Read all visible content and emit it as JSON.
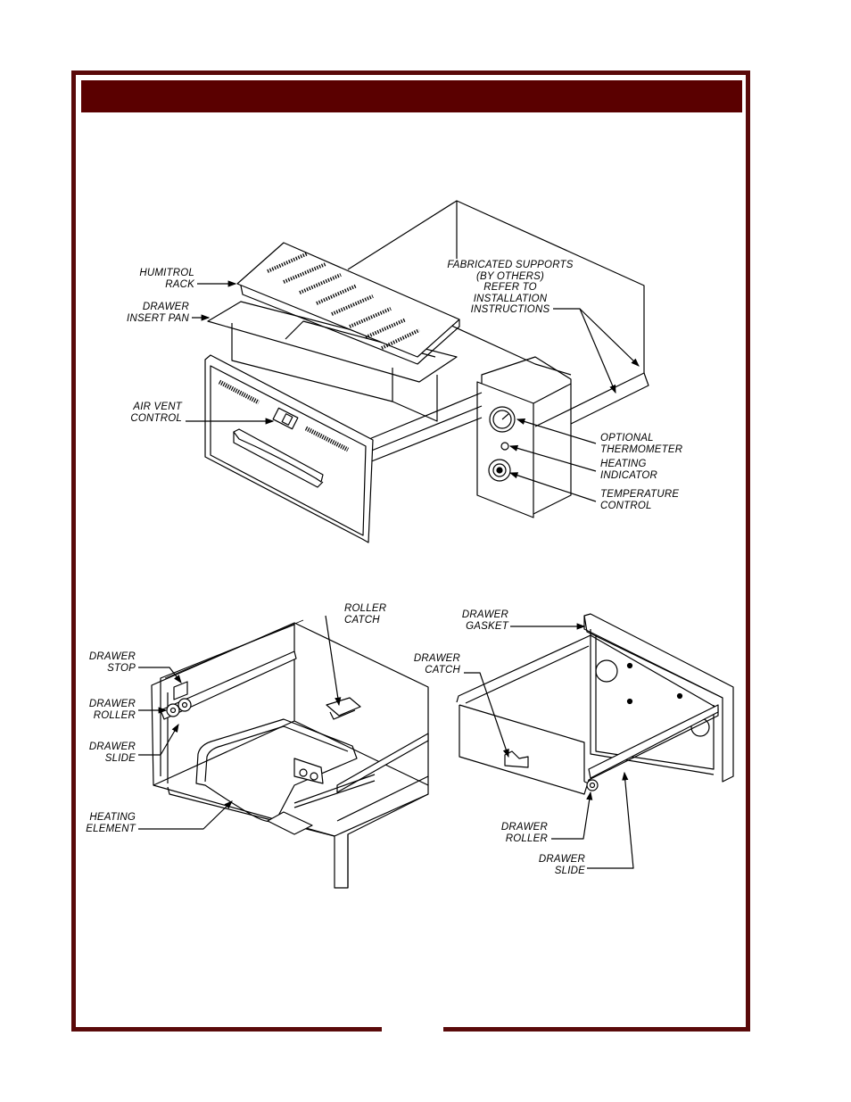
{
  "labels": {
    "humitrol_rack": [
      "HUMITROL",
      "RACK"
    ],
    "drawer_insert_pan": [
      "DRAWER",
      "INSERT PAN"
    ],
    "air_vent_control": [
      "AIR VENT",
      "CONTROL"
    ],
    "fabricated_supports": [
      "FABRICATED SUPPORTS",
      "(BY OTHERS)",
      "REFER TO",
      "INSTALLATION",
      "INSTRUCTIONS"
    ],
    "optional_thermometer": [
      "OPTIONAL",
      "THERMOMETER"
    ],
    "heating_indicator": [
      "HEATING",
      "INDICATOR"
    ],
    "temperature_control": [
      "TEMPERATURE",
      "CONTROL"
    ],
    "roller_catch": [
      "ROLLER",
      "CATCH"
    ],
    "drawer_stop": [
      "DRAWER",
      "STOP"
    ],
    "drawer_roller_left": [
      "DRAWER",
      "ROLLER"
    ],
    "drawer_slide_left": [
      "DRAWER",
      "SLIDE"
    ],
    "heating_element": [
      "HEATING",
      "ELEMENT"
    ],
    "drawer_gasket": [
      "DRAWER",
      "GASKET"
    ],
    "drawer_catch": [
      "DRAWER",
      "CATCH"
    ],
    "drawer_roller_right": [
      "DRAWER",
      "ROLLER"
    ],
    "drawer_slide_right": [
      "DRAWER",
      "SLIDE"
    ]
  },
  "colors": {
    "frame": "#5a0a0a",
    "header": "#5a0000",
    "line": "#000000"
  }
}
